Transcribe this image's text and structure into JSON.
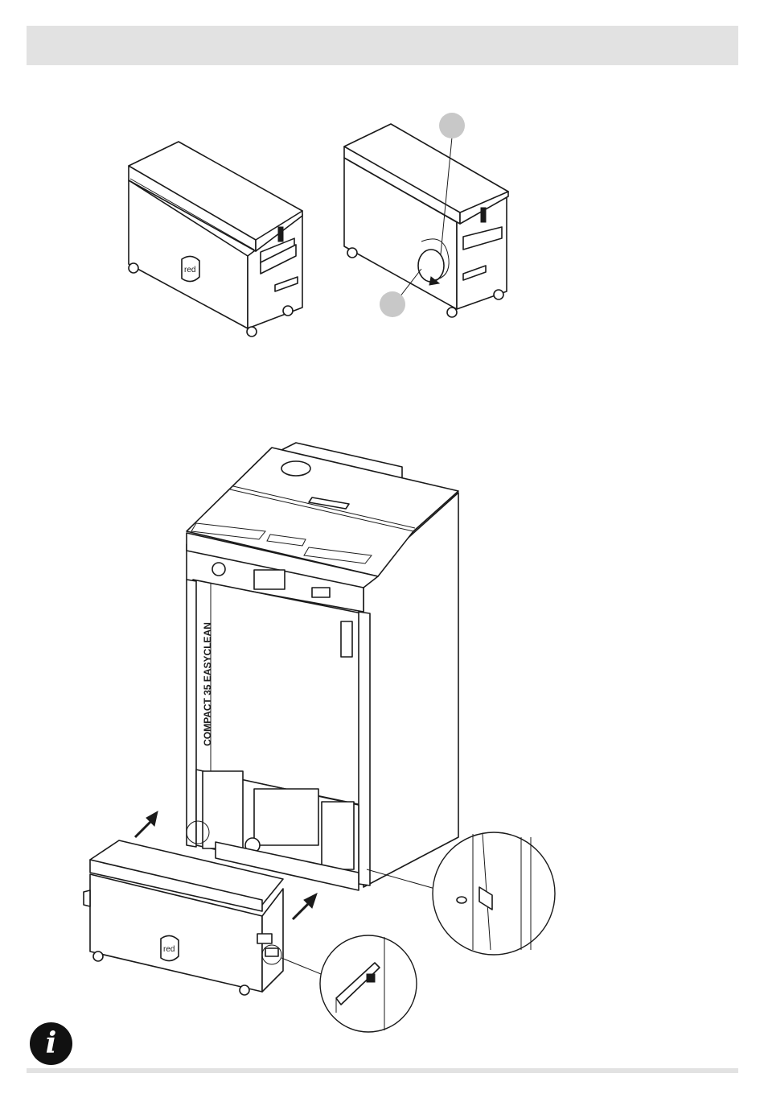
{
  "figure": {
    "model_label": "COMPACT 35 EASYCLEAN",
    "brand_logo": "red"
  },
  "icons": {
    "info": "info-icon",
    "info_glyph": "i"
  },
  "colors": {
    "header_bar": "#e2e2e2",
    "footer_bar": "#e2e2e2",
    "callout_grey": "#c8c8c8",
    "line_art": "#1a1a1a"
  }
}
